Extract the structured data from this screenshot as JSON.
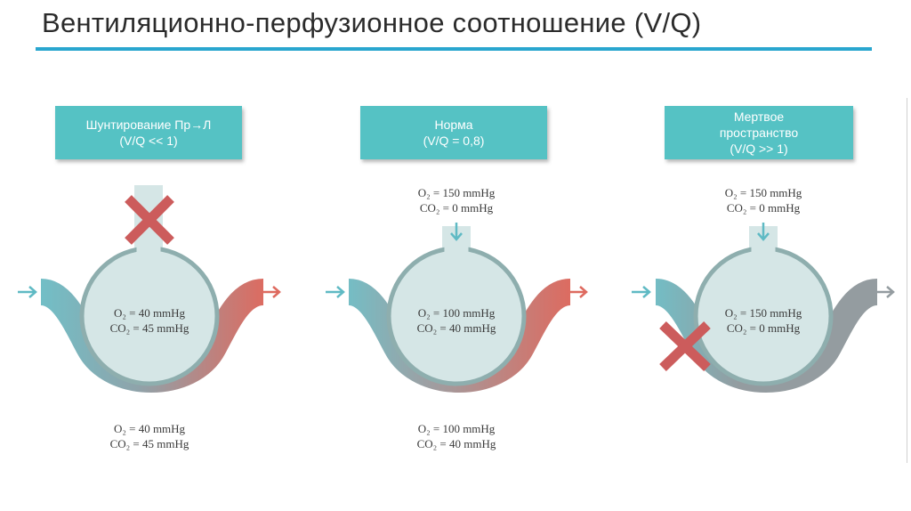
{
  "title": "Вентиляционно-перфузионное соотношение (V/Q)",
  "colors": {
    "accent_line": "#29a6cf",
    "header_fill": "#55c2c4",
    "vessel_teal": "#6fc1c9",
    "vessel_red": "#de6a5f",
    "vessel_gray": "#949ca0",
    "alveolus_fill": "#d5e6e6",
    "alveolus_border": "#8eaeae",
    "cross_red": "#cc5c5c"
  },
  "panels": [
    {
      "header": [
        "Шунтирование Пр→Л",
        "(V/Q << 1)"
      ],
      "inflow": null,
      "alveolus": [
        "O₂ = 40 mmHg",
        "CO₂ = 45 mmHg"
      ],
      "outflow": [
        "O₂ = 40 mmHg",
        "CO₂ = 45 mmHg"
      ]
    },
    {
      "header": [
        "Норма",
        "(V/Q  = 0,8)"
      ],
      "inflow": [
        "O₂ = 150 mmHg",
        "CO₂ = 0 mmHg"
      ],
      "alveolus": [
        "O₂ = 100 mmHg",
        "CO₂ = 40 mmHg"
      ],
      "outflow": [
        "O₂ = 100 mmHg",
        "CO₂ = 40 mmHg"
      ]
    },
    {
      "header": [
        "Мертвое",
        "пространство",
        "(V/Q >> 1)"
      ],
      "inflow": [
        "O₂ = 150 mmHg",
        "CO₂ = 0 mmHg"
      ],
      "alveolus": [
        "O₂ = 150 mmHg",
        "CO₂ = 0 mmHg"
      ],
      "outflow": null
    }
  ]
}
